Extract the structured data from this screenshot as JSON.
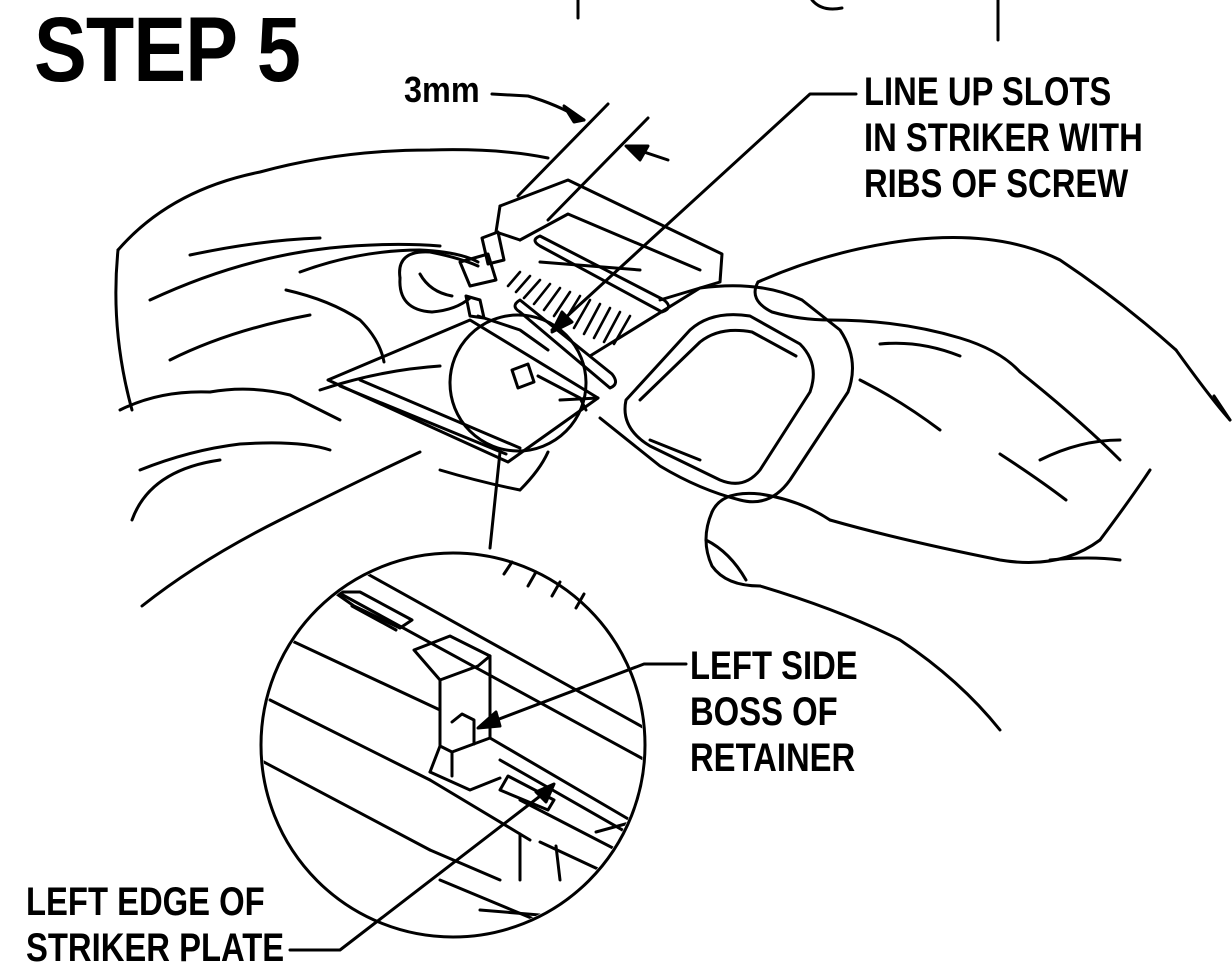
{
  "step_title": "STEP 5",
  "dimension_label": "3mm",
  "callouts": {
    "line_up": [
      "LINE UP SLOTS",
      "IN STRIKER WITH",
      "RIBS OF SCREW"
    ],
    "boss": [
      "LEFT SIDE",
      "BOSS OF",
      "RETAINER"
    ],
    "edge": [
      "LEFT EDGE OF",
      "STRIKER PLATE"
    ]
  },
  "colors": {
    "ink": "#000000",
    "paper": "#ffffff"
  }
}
